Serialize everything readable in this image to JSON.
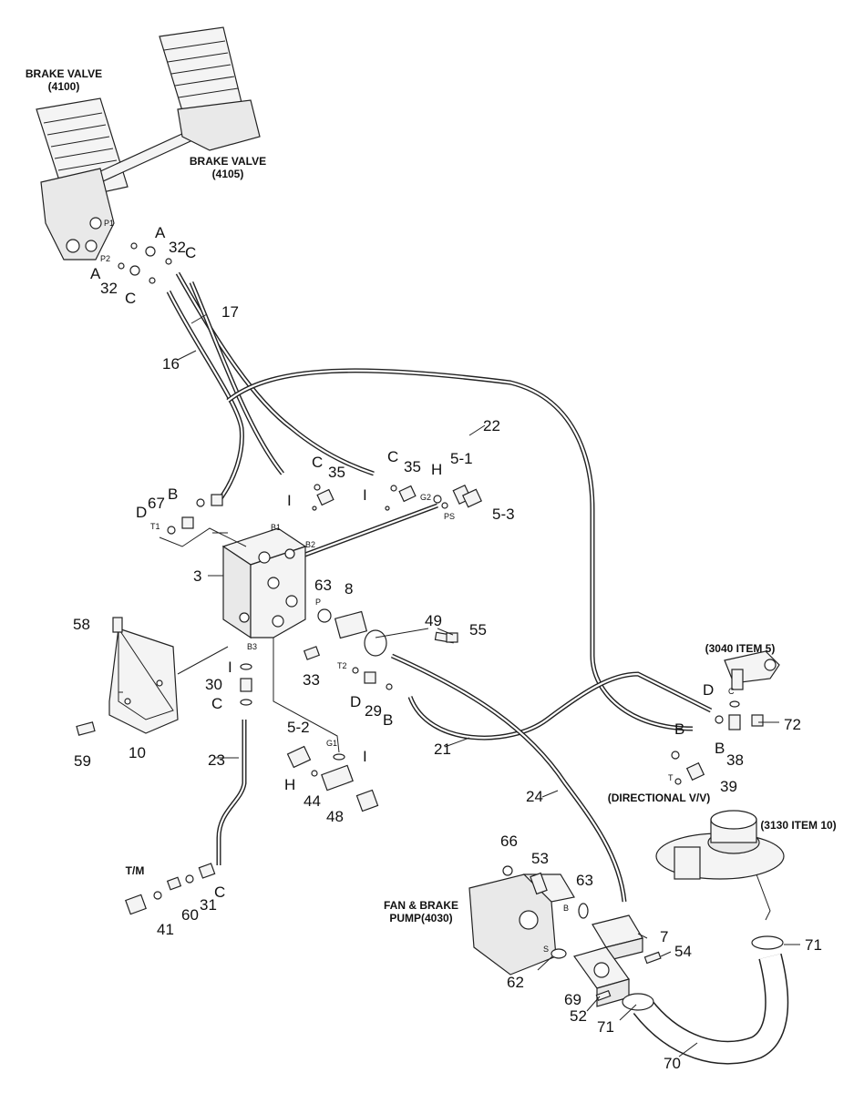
{
  "titles": {
    "brake_valve_left": "BRAKE VALVE",
    "brake_valve_left_code": "(4100)",
    "brake_valve_right": "BRAKE VALVE",
    "brake_valve_right_code": "(4105)",
    "ref_3040": "(3040 ITEM 5)",
    "ref_3130": "(3130 ITEM 10)",
    "directional": "(DIRECTIONAL V/V)",
    "pump_line1": "FAN & BRAKE",
    "pump_line2": "PUMP(4030)",
    "tm": "T/M"
  },
  "port_labels": {
    "p1": "P1",
    "p2": "P2",
    "t1": "T1",
    "b1": "B1",
    "b2": "B2",
    "g2": "G2",
    "ps": "PS",
    "p": "P",
    "t2": "T2",
    "b3": "B3",
    "g1": "G1",
    "c": "C",
    "t": "T",
    "b": "B",
    "s": "S"
  },
  "callouts": {
    "a1": "A",
    "n32a": "32",
    "c1": "C",
    "a2": "A",
    "n32b": "32",
    "c2": "C",
    "n17": "17",
    "n16": "16",
    "n22": "22",
    "c3": "C",
    "c4": "C",
    "n35a": "35",
    "n35b": "35",
    "h1": "H",
    "n51": "5-1",
    "n53": "5-3",
    "b1": "B",
    "n67": "67",
    "d1": "D",
    "i1": "I",
    "i2": "I",
    "n3": "3",
    "n63a": "63",
    "n8": "8",
    "n49": "49",
    "n55": "55",
    "n58": "58",
    "i3": "I",
    "n30": "30",
    "c5": "C",
    "n33": "33",
    "n29": "29",
    "d2": "D",
    "b2": "B",
    "n10": "10",
    "n59": "59",
    "n23": "23",
    "n52a": "5-2",
    "i4": "I",
    "h2": "H",
    "n44": "44",
    "n48": "48",
    "n21": "21",
    "n24": "24",
    "d3": "D",
    "b3": "B",
    "b4": "B",
    "n38": "38",
    "n72": "72",
    "n39": "39",
    "n66": "66",
    "n53b": "53",
    "n63b": "63",
    "n7": "7",
    "n54": "54",
    "n62": "62",
    "n69": "69",
    "n52": "52",
    "n71a": "71",
    "n71b": "71",
    "n70": "70",
    "n41": "41",
    "n60": "60",
    "n31": "31",
    "c6": "C"
  }
}
